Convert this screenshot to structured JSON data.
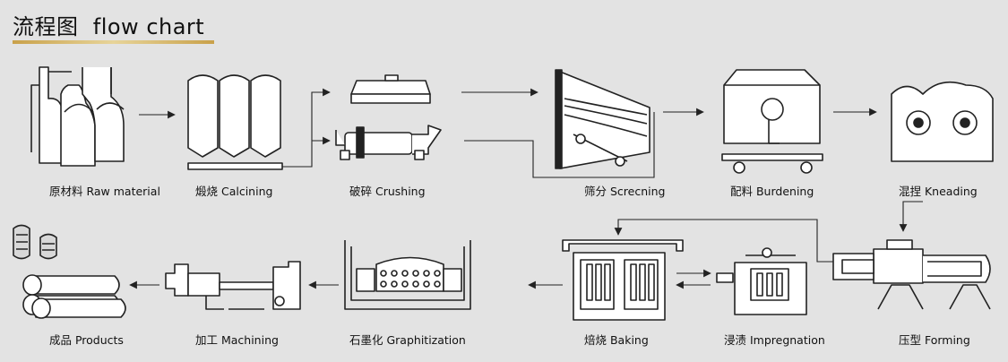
{
  "title": "流程图  flow chart",
  "steps": {
    "raw_material": "原材料  Raw material",
    "calcining": "煅烧  Calcining",
    "crushing": "破碎  Crushing",
    "screening": "筛分  Screcning",
    "burdening": "配料  Burdening",
    "kneading": "混捏  Kneading",
    "forming": "压型  Forming",
    "impregnation": "浸渍  Impregnation",
    "baking": "焙烧    Baking",
    "graphitization": "石墨化  Graphitization",
    "machining": "加工  Machining",
    "products": "成品  Products"
  },
  "colors": {
    "background": "#e3e3e3",
    "stroke": "#222222",
    "equipment_fill": "#ffffff",
    "underline": "#c9a14a"
  }
}
